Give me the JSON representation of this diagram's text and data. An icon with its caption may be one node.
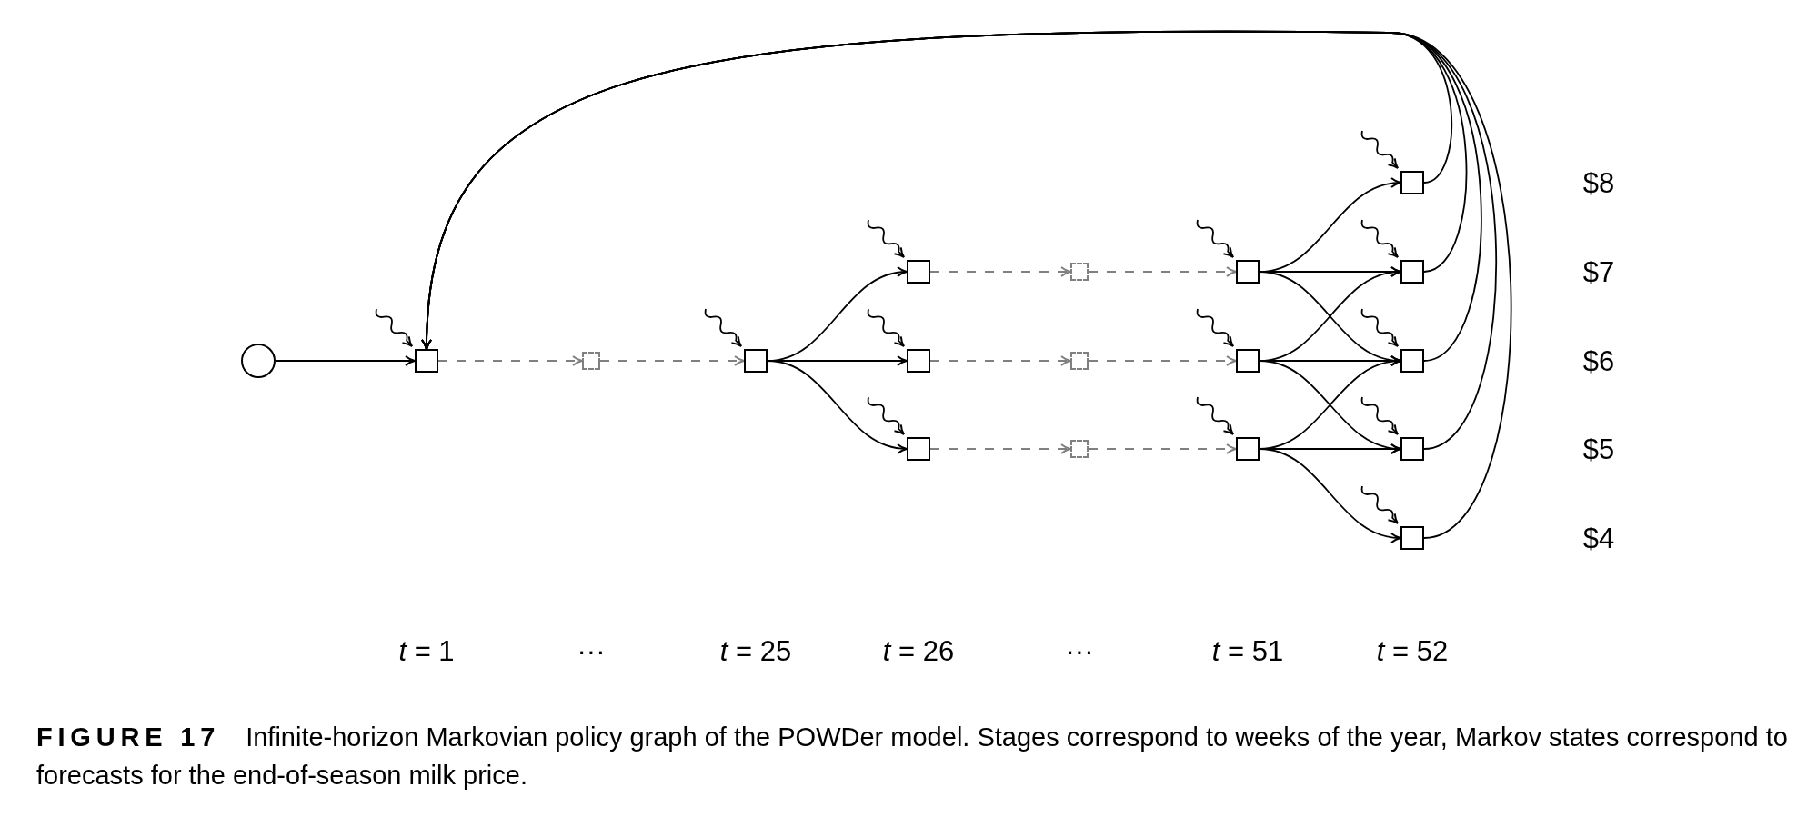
{
  "diagram": {
    "caption": "**FIGURE 17** Infinite-horizon Markovian policy graph of the POWDer model. Stages correspond to weeks of the year, Markov states correspond to forecasts for the end-of-season milk price.",
    "nodes": [
      {
        "text": [],
        "shape": "circle"
      },
      {
        "text": [],
        "shape": "box"
      },
      {
        "text": [],
        "shape": "box"
      },
      {
        "text": [],
        "shape": "box"
      },
      {
        "text": [],
        "shape": "box"
      },
      {
        "text": [],
        "shape": "box"
      },
      {
        "text": [],
        "shape": "box"
      },
      {
        "text": [],
        "shape": "box"
      },
      {
        "text": [],
        "shape": "box"
      },
      {
        "text": [],
        "shape": "box"
      },
      {
        "text": [],
        "shape": "box"
      },
      {
        "text": [],
        "shape": "box"
      },
      {
        "text": [],
        "shape": "box"
      },
      {
        "text": [],
        "shape": "box"
      },
      {
        "text": [],
        "shape": "box"
      },
      {
        "text": [],
        "shape": "box"
      },
      {
        "text": [],
        "shape": "box"
      },
      {
        "text": [],
        "shape": "box"
      }
    ],
    "edges": [
      {
        "from": 0,
        "to": 1,
        "arrow": "to"
      },
      {
        "from": 1,
        "to": 2,
        "arrow": "to",
        "style": "dashed",
        "color": "#808080"
      },
      {
        "from": 2,
        "to": 3,
        "arrow": "to",
        "style": "dashed",
        "color": "#808080"
      },
      {
        "from": 3,
        "to": 4,
        "arrow": "to"
      },
      {
        "from": 3,
        "to": 5,
        "arrow": "to"
      },
      {
        "from": 3,
        "to": 6,
        "arrow": "to"
      },
      {
        "from": 4,
        "to": 7,
        "arrow": "to",
        "style": "dashed",
        "color": "#808080"
      },
      {
        "from": 7,
        "to": 10,
        "arrow": "to",
        "style": "dashed",
        "color": "#808080"
      },
      {
        "from": 5,
        "to": 8,
        "arrow": "to",
        "style": "dashed",
        "color": "#808080"
      },
      {
        "from": 8,
        "to": 11,
        "arrow": "to",
        "style": "dashed",
        "color": "#808080"
      },
      {
        "from": 6,
        "to": 9,
        "arrow": "to",
        "style": "dashed",
        "color": "#808080"
      },
      {
        "from": 9,
        "to": 12,
        "arrow": "to",
        "style": "dashed",
        "color": "#808080"
      },
      {
        "from": 10,
        "to": 13,
        "arrow": "to"
      },
      {
        "from": 10,
        "to": 14,
        "arrow": "to"
      },
      {
        "from": 10,
        "to": 15,
        "arrow": "to"
      },
      {
        "from": 11,
        "to": 14,
        "arrow": "to"
      },
      {
        "from": 11,
        "to": 15,
        "arrow": "to"
      },
      {
        "from": 11,
        "to": 16,
        "arrow": "to"
      },
      {
        "from": 12,
        "to": 15,
        "arrow": "to"
      },
      {
        "from": 12,
        "to": 16,
        "arrow": "to"
      },
      {
        "from": 12,
        "to": 17,
        "arrow": "to"
      },
      {
        "from": 13,
        "to": 1,
        "arrow": "to"
      },
      {
        "from": 14,
        "to": 1,
        "arrow": "to"
      },
      {
        "from": 15,
        "to": 1,
        "arrow": "to"
      },
      {
        "from": 16,
        "to": 1,
        "arrow": "to"
      },
      {
        "from": 17,
        "to": 1,
        "arrow": "to"
      },
      {
        "from": null,
        "to": 1,
        "arrow": "to"
      },
      {
        "from": null,
        "to": 3,
        "arrow": "to"
      },
      {
        "from": null,
        "to": 4,
        "arrow": "to"
      },
      {
        "from": null,
        "to": 5,
        "arrow": "to"
      },
      {
        "from": null,
        "to": 6,
        "arrow": "to"
      },
      {
        "from": null,
        "to": 10,
        "arrow": "to"
      },
      {
        "from": null,
        "to": 11,
        "arrow": "to"
      },
      {
        "from": null,
        "to": 12,
        "arrow": "to"
      },
      {
        "from": null,
        "to": 13,
        "arrow": "to"
      },
      {
        "from": null,
        "to": 14,
        "arrow": "to"
      },
      {
        "from": null,
        "to": 15,
        "arrow": "to"
      },
      {
        "from": null,
        "to": 16,
        "arrow": "to"
      },
      {
        "from": null,
        "to": 17,
        "arrow": "to"
      }
    ],
    "labels": [
      "$8",
      "$7",
      "$6",
      "$5",
      "$4",
      "*t* = 1",
      "···",
      "*t* = 25",
      "*t* = 26",
      "···",
      "*t* = 51",
      "*t* = 52"
    ]
  }
}
